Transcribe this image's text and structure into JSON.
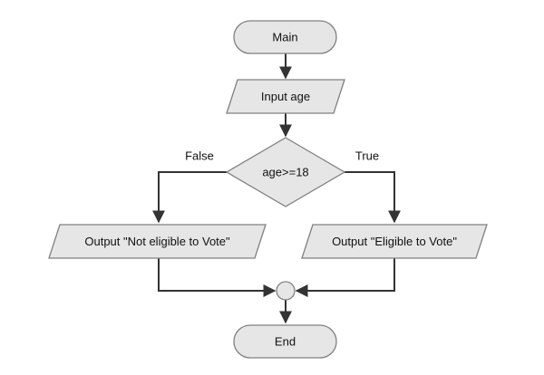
{
  "nodes": {
    "start": {
      "label": "Main"
    },
    "input": {
      "label": "Input age"
    },
    "decision": {
      "label": "age>=18"
    },
    "output_false": {
      "label": "Output \"Not eligible to Vote\""
    },
    "output_true": {
      "label": "Output \"Eligible to Vote\""
    },
    "end": {
      "label": "End"
    }
  },
  "edges": {
    "false_label": "False",
    "true_label": "True"
  },
  "colors": {
    "shape_fill": "#e6e6e6",
    "shape_stroke": "#808080",
    "connector": "#333333"
  }
}
